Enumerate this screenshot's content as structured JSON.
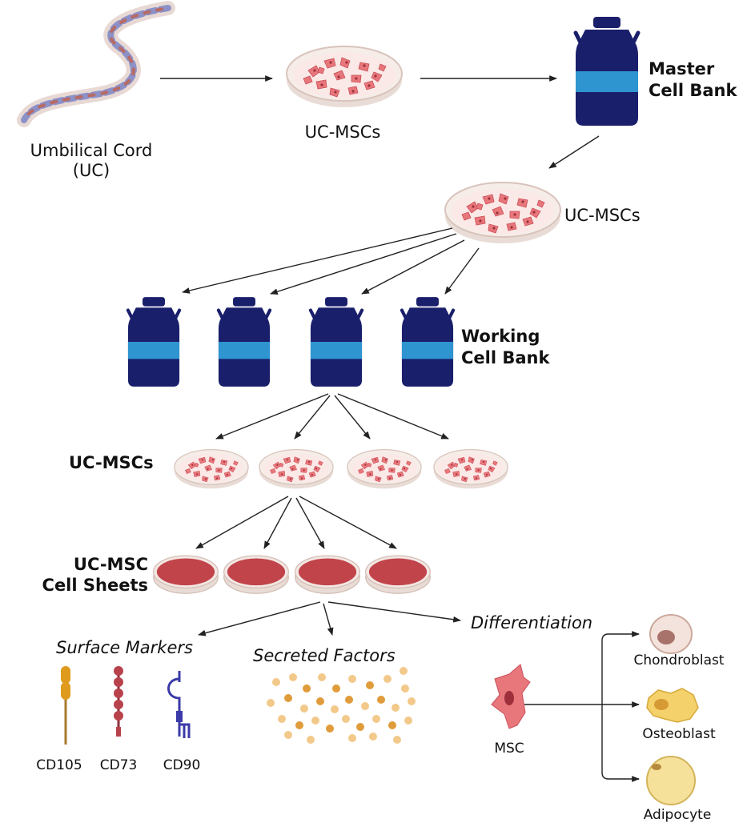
{
  "labels": {
    "umbilical_cord": [
      "Umbilical Cord",
      "(UC)"
    ],
    "uc_mscs": "UC-MSCs",
    "master_cell_bank": [
      "Master",
      "Cell Bank"
    ],
    "working_cell_bank": [
      "Working",
      "Cell Bank"
    ],
    "cell_sheets": [
      "UC-MSC",
      "Cell Sheets"
    ],
    "surface_markers": "Surface Markers",
    "secreted_factors": "Secreted Factors",
    "differentiation": "Differentiation",
    "markers": [
      "CD105",
      "CD73",
      "CD90"
    ],
    "msc": "MSC",
    "chondroblast": "Chondroblast",
    "osteoblast": "Osteoblast",
    "adipocyte": "Adipocyte"
  },
  "colors": {
    "bank_body": "#1a1f6b",
    "bank_band": "#2f95d0",
    "cell_pink": "#e8777c",
    "sheet_red": "#c0444a",
    "dish_rim": "#e7d6cf",
    "marker_cd105": "#e09a1e",
    "marker_cd73": "#b8424c",
    "marker_cd90": "#3a3aa8",
    "factor_orange": "#e09b3a",
    "factor_light": "#f2c98a"
  }
}
